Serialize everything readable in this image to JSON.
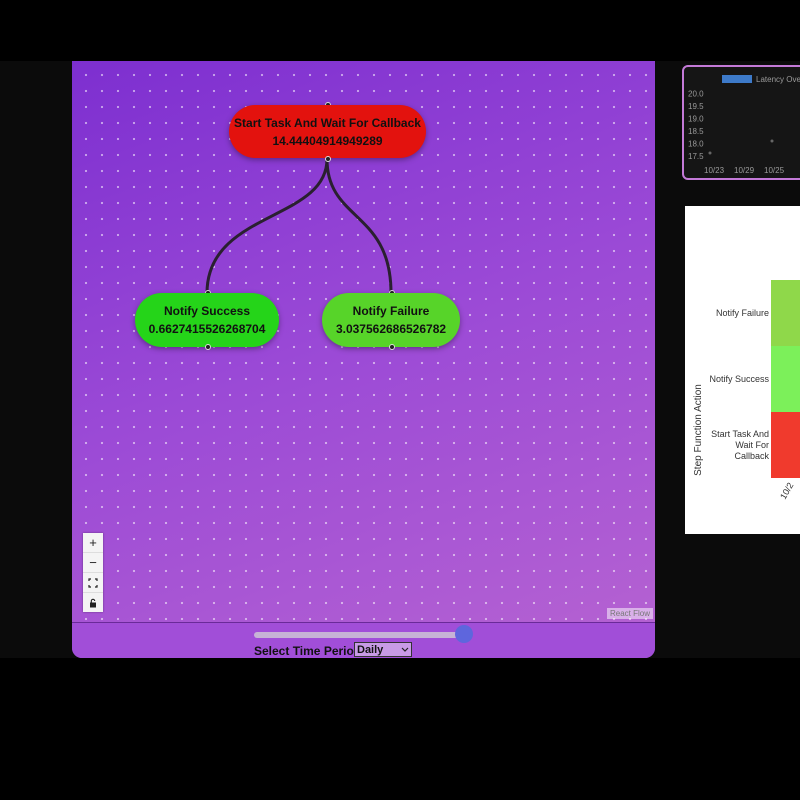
{
  "flow": {
    "nodes": {
      "start": {
        "label": "Start Task And Wait For Callback",
        "value": "14.44404914949289",
        "color": "#e3120e"
      },
      "success": {
        "label": "Notify Success",
        "value": "0.6627415526268704",
        "color": "#25d419"
      },
      "failure": {
        "label": "Notify Failure",
        "value": "3.037562686526782",
        "color": "#57d429"
      }
    },
    "controls": {
      "zoom_in": "+",
      "zoom_out": "−"
    },
    "attribution": "React Flow"
  },
  "time_period": {
    "label": "Select Time Period",
    "selected": "Daily",
    "slider_fraction": 1.0
  },
  "latency_chart": {
    "legend": "Latency Ove",
    "chart_data": {
      "type": "bar",
      "title": "",
      "x": [
        "10/23",
        "10/29",
        "10/25"
      ],
      "yticks": [
        17.5,
        18.0,
        18.5,
        19.0,
        19.5,
        20.0
      ],
      "ylim": [
        17.3,
        20.1
      ],
      "legend_color": "#3d7ac9"
    }
  },
  "heatmap": {
    "y_axis_label": "Step Function Action",
    "chart_data": {
      "type": "heatmap",
      "rows": [
        "Notify Failure",
        "Notify Success",
        "Start Task And Wait For Callback"
      ],
      "row_colors": [
        "#8fd84a",
        "#7cf05a",
        "#f03a2d"
      ],
      "x": [
        "10/2"
      ]
    }
  }
}
